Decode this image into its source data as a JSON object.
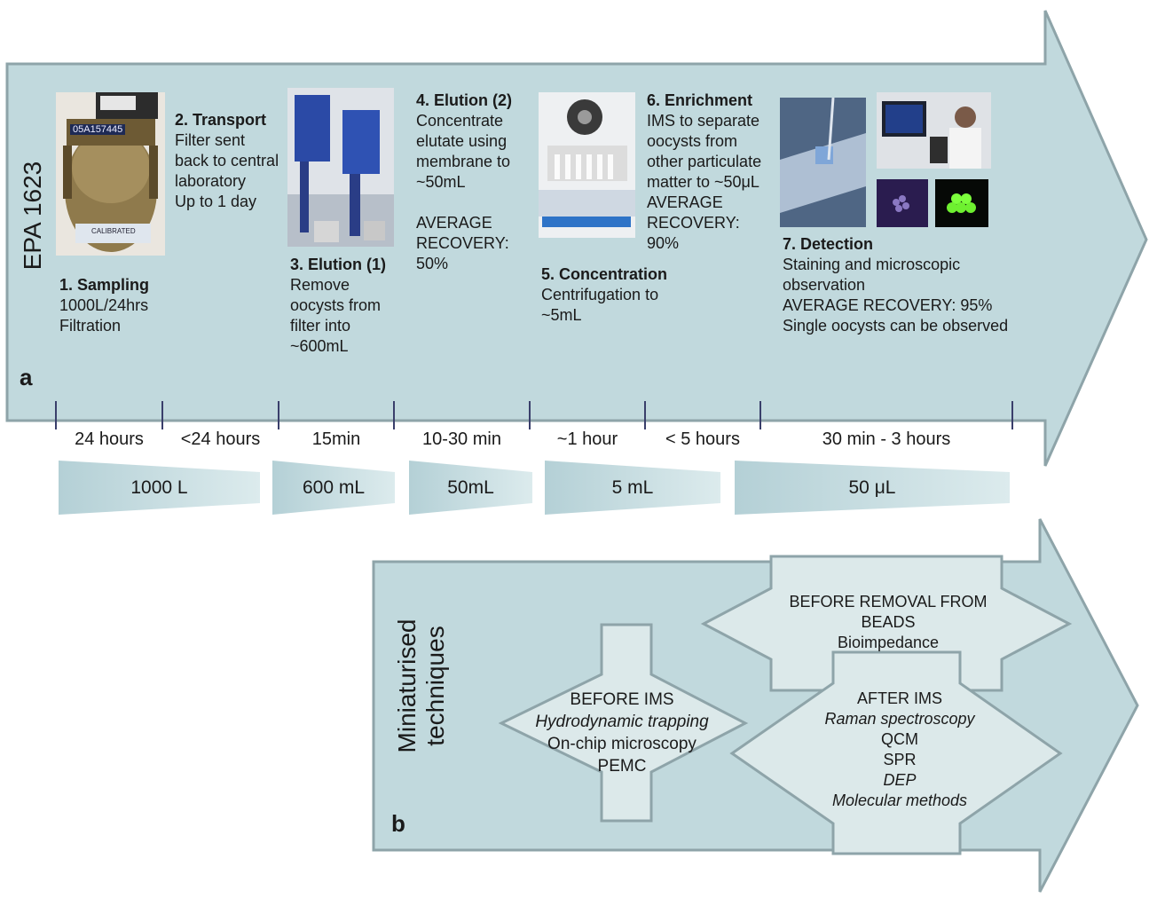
{
  "panel_a": {
    "side_label": "EPA 1623",
    "panel_letter": "a",
    "steps": {
      "s1": {
        "title": "1. Sampling",
        "lines": [
          "1000L/24hrs",
          "Filtration"
        ]
      },
      "s2": {
        "title": "2. Transport",
        "lines": [
          "Filter sent",
          "back to central",
          "laboratory",
          "Up to 1 day"
        ]
      },
      "s3": {
        "title": "3. Elution (1)",
        "lines": [
          "Remove",
          "oocysts from",
          "filter into",
          "~600mL"
        ]
      },
      "s4": {
        "title": "4. Elution (2)",
        "lines": [
          "Concentrate",
          "elutate using",
          "membrane to",
          "~50mL",
          "",
          "AVERAGE",
          "RECOVERY:",
          "50%"
        ]
      },
      "s5": {
        "title": "5. Concentration",
        "lines": [
          "Centrifugation to",
          "~5mL"
        ]
      },
      "s6": {
        "title": "6. Enrichment",
        "lines": [
          "IMS to separate",
          "oocysts from",
          "other particulate",
          "matter to ~50μL",
          "AVERAGE",
          "RECOVERY:",
          "90%"
        ]
      },
      "s7": {
        "title": "7. Detection",
        "lines": [
          "Staining and microscopic",
          "observation",
          "AVERAGE RECOVERY: 95%",
          "Single oocysts can be observed"
        ]
      }
    },
    "photos": {
      "meter_serial": "05A157445",
      "meter_label": "CALIBRATED"
    }
  },
  "timeline": {
    "durations": [
      "24 hours",
      "<24 hours",
      "15min",
      "10-30 min",
      "~1 hour",
      "< 5 hours",
      "30 min - 3 hours"
    ],
    "volumes": [
      "1000 L",
      "600 mL",
      "50mL",
      "5 mL",
      "50 μL"
    ]
  },
  "panel_b": {
    "side_label_lines": [
      "Miniaturised",
      "techniques"
    ],
    "panel_letter": "b",
    "before_removal": {
      "lines": [
        "BEFORE REMOVAL FROM",
        "BEADS",
        "Bioimpedance"
      ]
    },
    "before_ims": {
      "lines": [
        "BEFORE IMS",
        "Hydrodynamic trapping",
        "On-chip microscopy",
        "PEMC"
      ]
    },
    "after_ims": {
      "lines": [
        "AFTER IMS",
        "Raman spectroscopy",
        "QCM",
        "SPR",
        "DEP",
        "Molecular methods"
      ]
    }
  },
  "colors": {
    "arrow_fill": "#c1d9dd",
    "arrow_stroke": "#8ea4a9",
    "tick": "#3a3f6b",
    "double_arrow_fill": "#dce9ea",
    "volume_fill": "#bcd6db",
    "text": "#1a1a1a"
  }
}
